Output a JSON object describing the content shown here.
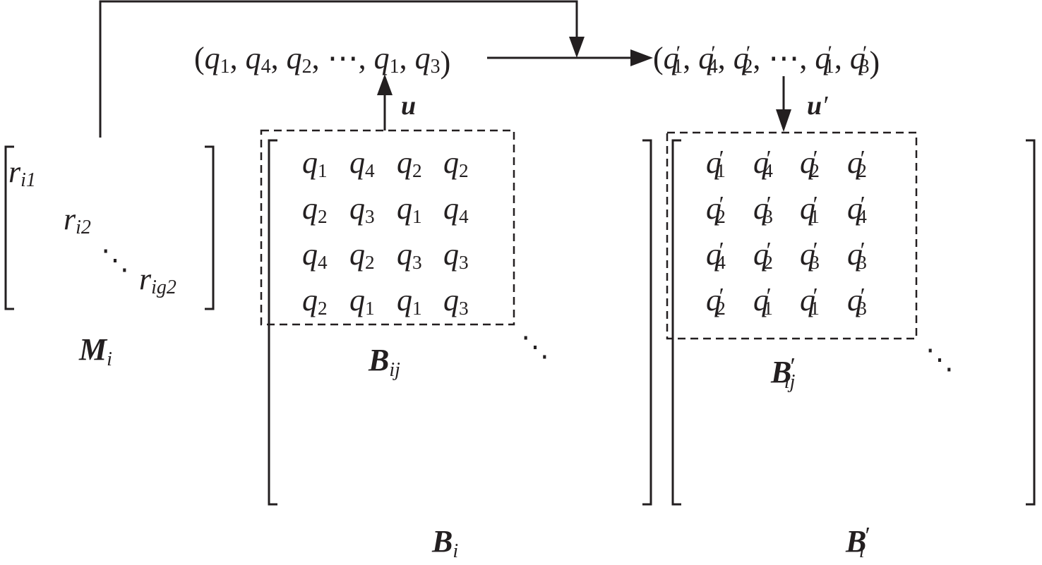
{
  "tuple_left": {
    "base": "q",
    "prime": false,
    "terms": [
      "1",
      "4",
      "2",
      "⋯",
      "1",
      "3"
    ]
  },
  "tuple_right": {
    "base": "q",
    "prime": true,
    "terms": [
      "1",
      "4",
      "2",
      "⋯",
      "1",
      "3"
    ]
  },
  "arrow_u_label": {
    "base": "u",
    "prime": ""
  },
  "arrow_u_prime_label": {
    "base": "u",
    "prime": "′"
  },
  "M": {
    "label_base": "M",
    "label_sub": "i",
    "diagonal": [
      {
        "base": "r",
        "sub": "i1"
      },
      {
        "base": "r",
        "sub": "i2"
      },
      {
        "base": "r",
        "sub": "ig2"
      }
    ],
    "ellipsis": "⋱"
  },
  "B": {
    "label_base": "B",
    "label_sub": "i",
    "label_prime": "",
    "block_label_base": "B",
    "block_label_sub": "ij",
    "block_label_prime": "",
    "entry_base": "q",
    "entry_prime": false,
    "rows": [
      [
        "1",
        "4",
        "2",
        "2"
      ],
      [
        "2",
        "3",
        "1",
        "4"
      ],
      [
        "4",
        "2",
        "3",
        "3"
      ],
      [
        "2",
        "1",
        "1",
        "3"
      ]
    ],
    "ellipsis": "⋱"
  },
  "B_prime": {
    "label_base": "B",
    "label_sub": "i",
    "label_prime": "′",
    "block_label_base": "B",
    "block_label_sub": "ij",
    "block_label_prime": "′",
    "entry_base": "q",
    "entry_prime": true,
    "rows": [
      [
        "1",
        "4",
        "2",
        "2"
      ],
      [
        "2",
        "3",
        "1",
        "4"
      ],
      [
        "4",
        "2",
        "3",
        "3"
      ],
      [
        "2",
        "1",
        "1",
        "3"
      ]
    ],
    "ellipsis": "⋱"
  }
}
